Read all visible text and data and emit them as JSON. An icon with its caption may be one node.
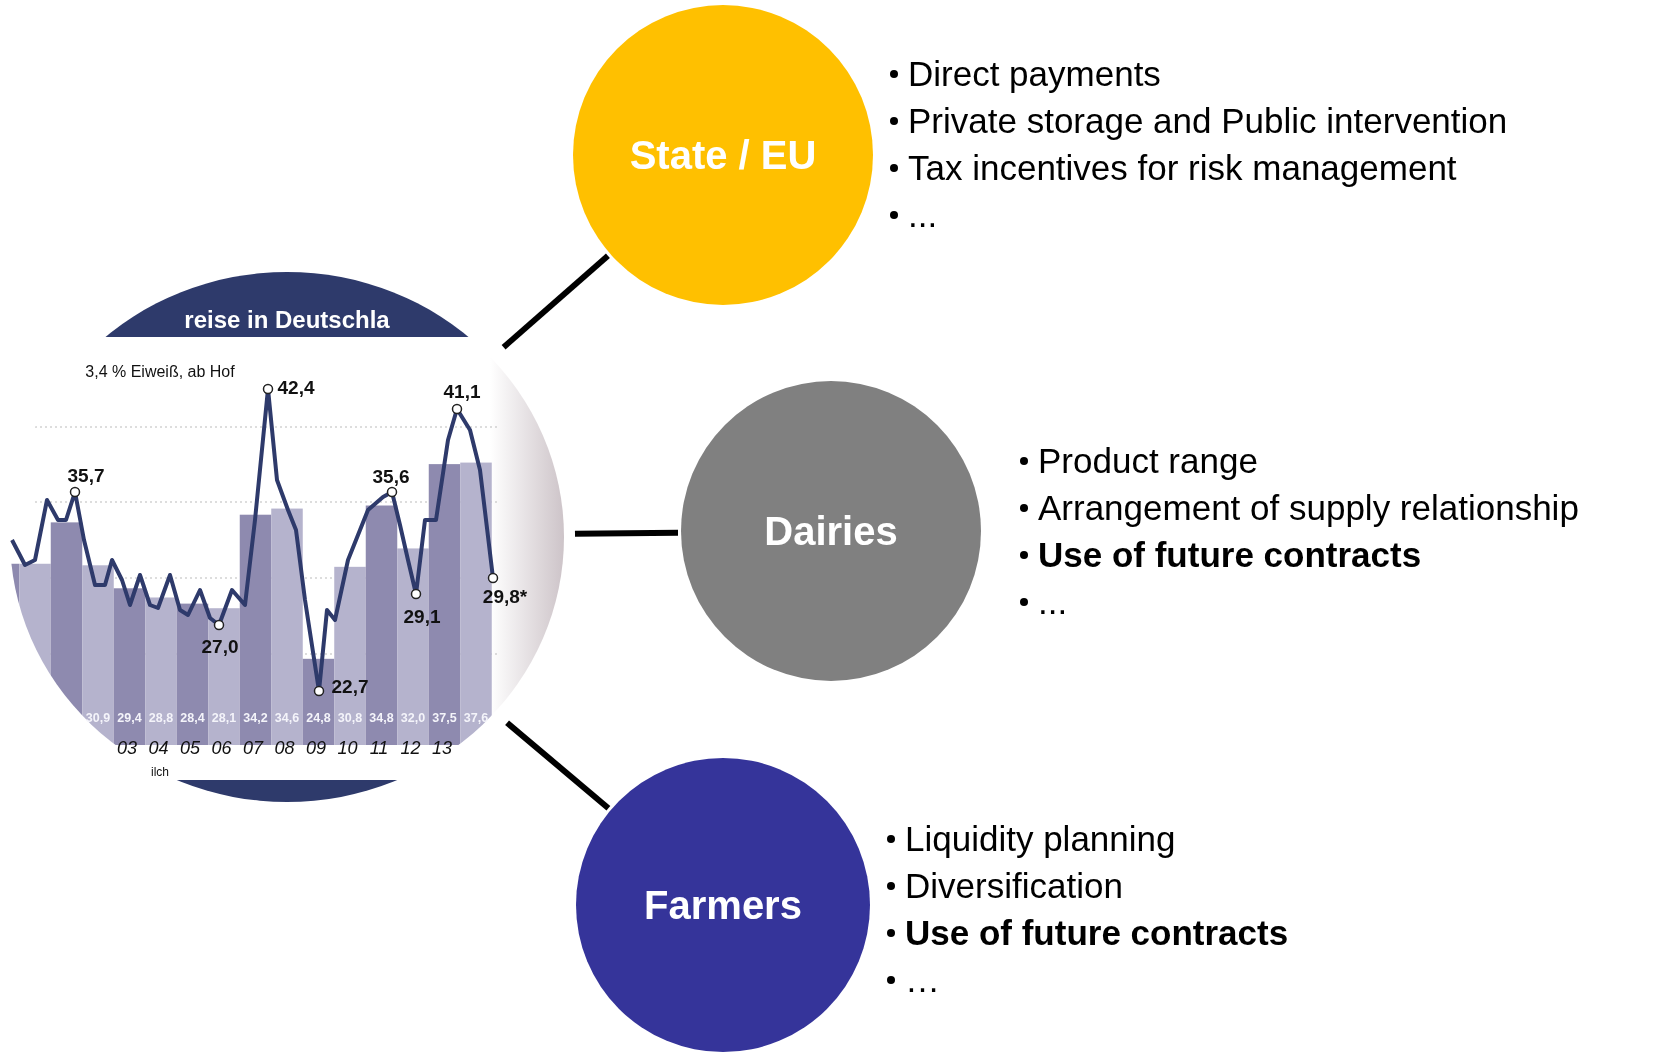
{
  "diagram": {
    "nodes": [
      {
        "text": [],
        "shape": "picture"
      },
      {
        "text": [
          "State / EU"
        ],
        "beside": [
          "Direct payments",
          "Private storage and Public intervention",
          "Tax incentives for risk management",
          "..."
        ]
      },
      {
        "text": [
          "Dairies"
        ],
        "beside": [
          "Product range",
          "Arrangement of supply relationship",
          "**Use of future contracts**",
          "..."
        ]
      },
      {
        "text": [
          "Farmers"
        ],
        "beside": [
          "Liquidity planning",
          "Diversification",
          "**Use of future contracts**",
          "…"
        ]
      }
    ],
    "edges": [
      {
        "from": 0,
        "to": 1,
        "arrow": "none"
      },
      {
        "from": 0,
        "to": 2,
        "arrow": "none"
      },
      {
        "from": 0,
        "to": 3,
        "arrow": "none"
      }
    ],
    "labels": [
      "reise in Deutschla",
      "3,4 % Eiweiß, ab Hof",
      "42,4",
      "41,1",
      "35,7",
      "35,6",
      "29,8*",
      "27,0",
      "29,1",
      "22,7",
      "30,9",
      "29,4",
      "28,8",
      "28,4",
      "28,1",
      "34,2",
      "34,6",
      "24,8",
      "30,8",
      "34,8",
      "32,0",
      "37,5",
      "37,6",
      "03",
      "04",
      "05",
      "06",
      "07",
      "08",
      "09",
      "10",
      "11",
      "12",
      "13",
      "ilch"
    ]
  }
}
